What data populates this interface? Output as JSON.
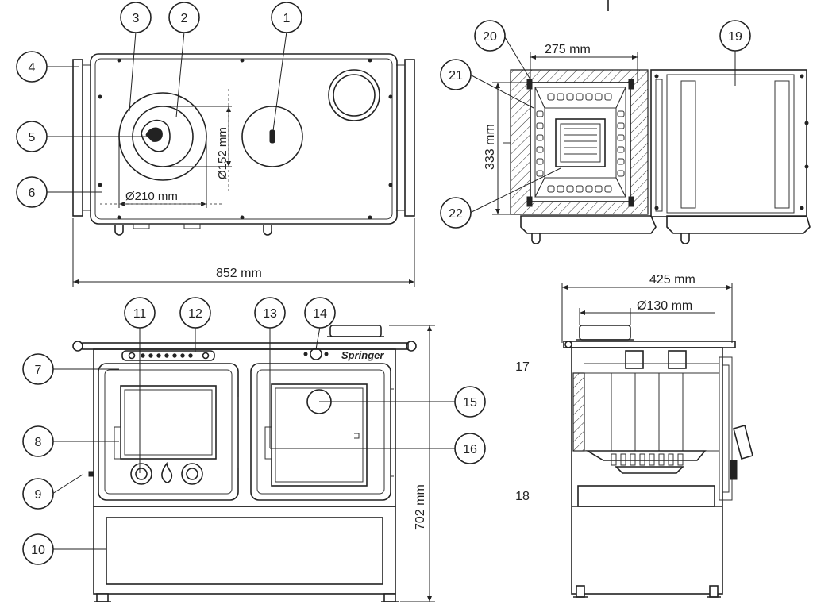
{
  "diagram": {
    "dimensions": {
      "top_width": "852 mm",
      "hotplate_large": "Ø210 mm",
      "hotplate_small": "Ø152 mm",
      "firebox_width": "275 mm",
      "firebox_depth": "333 mm",
      "depth": "425 mm",
      "flue": "Ø130 mm",
      "height": "702 mm"
    },
    "brand_mark": "Springer",
    "callouts": [
      "1",
      "2",
      "3",
      "4",
      "5",
      "6",
      "7",
      "8",
      "9",
      "10",
      "11",
      "12",
      "13",
      "14",
      "15",
      "16",
      "17",
      "18",
      "19",
      "20",
      "21",
      "22"
    ]
  }
}
